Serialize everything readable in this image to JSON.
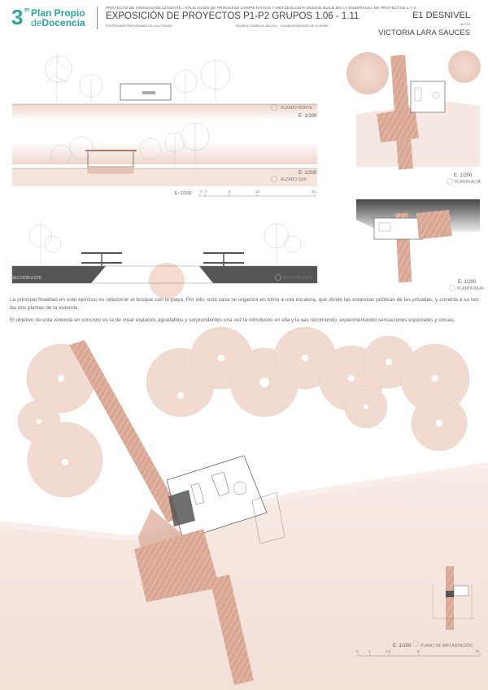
{
  "header": {
    "logo": {
      "number": "3",
      "superscript": "er",
      "line1": "Plan Propio",
      "line2_prefix": "de",
      "line2_main": "Docencia"
    },
    "project_line": "PROYECTO DE INNOVACIÓN DOCENTE : APLICACIÓN DE PROCESOS COMPETITIVOS Y METODOLOGÍA DESIGN BUILD EN LA ENSEÑANZA DE PROYECTOS 1 Y 2",
    "title": "EXPOSICIÓN DE PROYECTOS P1-P2 GRUPOS 1.06 - 1.11",
    "teachers_label": "PROFESORES RESPONSABLE DE LA ACTIVIDAD:",
    "teachers": "RODRIGO CARBAJAL BALLELL · SILVANA RODRIGUES DE OLIVEIRA",
    "exercise": "E1 DESNIVEL",
    "author_label": "AUTOR",
    "author": "VICTORIA LARA SAUCES"
  },
  "drawings": {
    "alzado_norte": "ALZADO NORTE",
    "alzado_norte_scale": "E: 1/200",
    "alzado_sur_scale": "E: 1/200",
    "alzado_sur": "ALZADO SUR",
    "bar_scale_label": "E: 1/200",
    "bar_ticks": [
      "0",
      "1",
      "5",
      "10",
      "20"
    ],
    "seccion_este_left": "SECCIÓN ESTE",
    "seccion_este_scale": "E: 1/200",
    "seccion_este_right": "SECCIÓN ESTE",
    "planta_alta_scale": "E: 1/200",
    "planta_alta": "PLANTA ALTA",
    "planta_baja_scale": "E: 1/200",
    "planta_baja": "PLANTA BAJA",
    "implantacion_scale": "E: 1/100",
    "implantacion": "PLANO DE IMPLANTACIÓN",
    "implantacion_ticks": [
      "0",
      "1",
      "2.5",
      "5",
      "10"
    ]
  },
  "description": {
    "p1": "La principal finalidad en este ejercicio es relacionar el bosque con la playa. Por ello, esta casa se organiza en torno a una escalera, que divide las estancias públicas de las privadas, y conecta a su vez las dos plantas de la vivienda.",
    "p2": "El objetivo de esta vivienda en concreto es la de crear espacios agradables y sorprendentes una vez te introduces en ella y la vas recorriendo, experimentando sensaciones especiales y únicas."
  },
  "colors": {
    "accent": "#2aa79b",
    "pink": "#e6c3b6",
    "pink_light": "#f4e4dd",
    "brown": "#c99b87"
  }
}
